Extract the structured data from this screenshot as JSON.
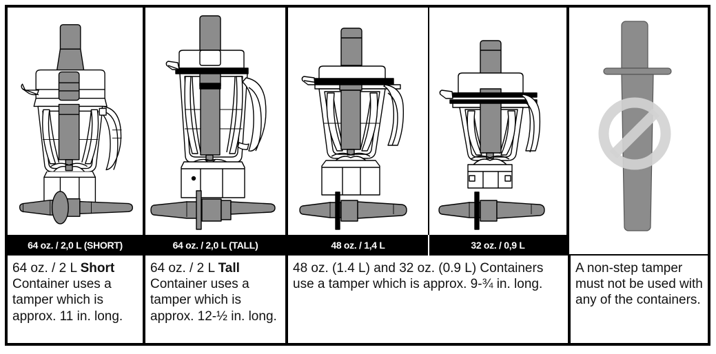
{
  "table": {
    "headers": [
      {
        "id": "h1",
        "label": "64 oz. / 2,0 L (SHORT)"
      },
      {
        "id": "h2",
        "label": "64 oz. / 2,0 L (TALL)"
      },
      {
        "id": "h3",
        "label": "48 oz. / 1,4 L"
      },
      {
        "id": "h4",
        "label": "32 oz. / 0,9 L"
      },
      {
        "id": "h5",
        "label": ""
      }
    ],
    "descriptions": [
      {
        "id": "d1",
        "lead": "64 oz. / 2 L ",
        "emphasis": "Short",
        "rest": " Container uses a tamper which is approx. 11 in. long."
      },
      {
        "id": "d2",
        "lead": "64 oz. / 2 L ",
        "emphasis": "Tall",
        "rest": " Container uses a tamper which is approx. 12-½ in. long."
      },
      {
        "id": "d34",
        "lead": "",
        "emphasis": "",
        "rest": "48 oz. (1.4 L) and 32 oz. (0.9 L) Containers use a tamper which is approx. 9-¾ in. long."
      },
      {
        "id": "d5",
        "lead": "",
        "emphasis": "",
        "rest": "A non-step tamper must not be used with any of the containers."
      }
    ],
    "illustrations": [
      {
        "id": "i1",
        "name": "container-64oz-short-with-tamper",
        "caption_ref": "h1"
      },
      {
        "id": "i2",
        "name": "container-64oz-tall-with-tamper",
        "caption_ref": "h2"
      },
      {
        "id": "i3",
        "name": "container-48oz-with-tamper",
        "caption_ref": "h3"
      },
      {
        "id": "i4",
        "name": "container-32oz-with-tamper",
        "caption_ref": "h4"
      },
      {
        "id": "i5",
        "name": "non-step-tamper-prohibited",
        "caption_ref": "h5"
      }
    ]
  },
  "colors": {
    "frame": "#000000",
    "header_band": "#000000",
    "header_text": "#ffffff",
    "body_text": "#111111",
    "background": "#ffffff",
    "tamper_gray": "#8c8c8c",
    "tamper_gray_dark": "#7a7a7a",
    "line_art": "#000000",
    "prohibition_gray": "#d0d0d0"
  },
  "icons": {
    "prohibition": "prohibition-icon"
  }
}
